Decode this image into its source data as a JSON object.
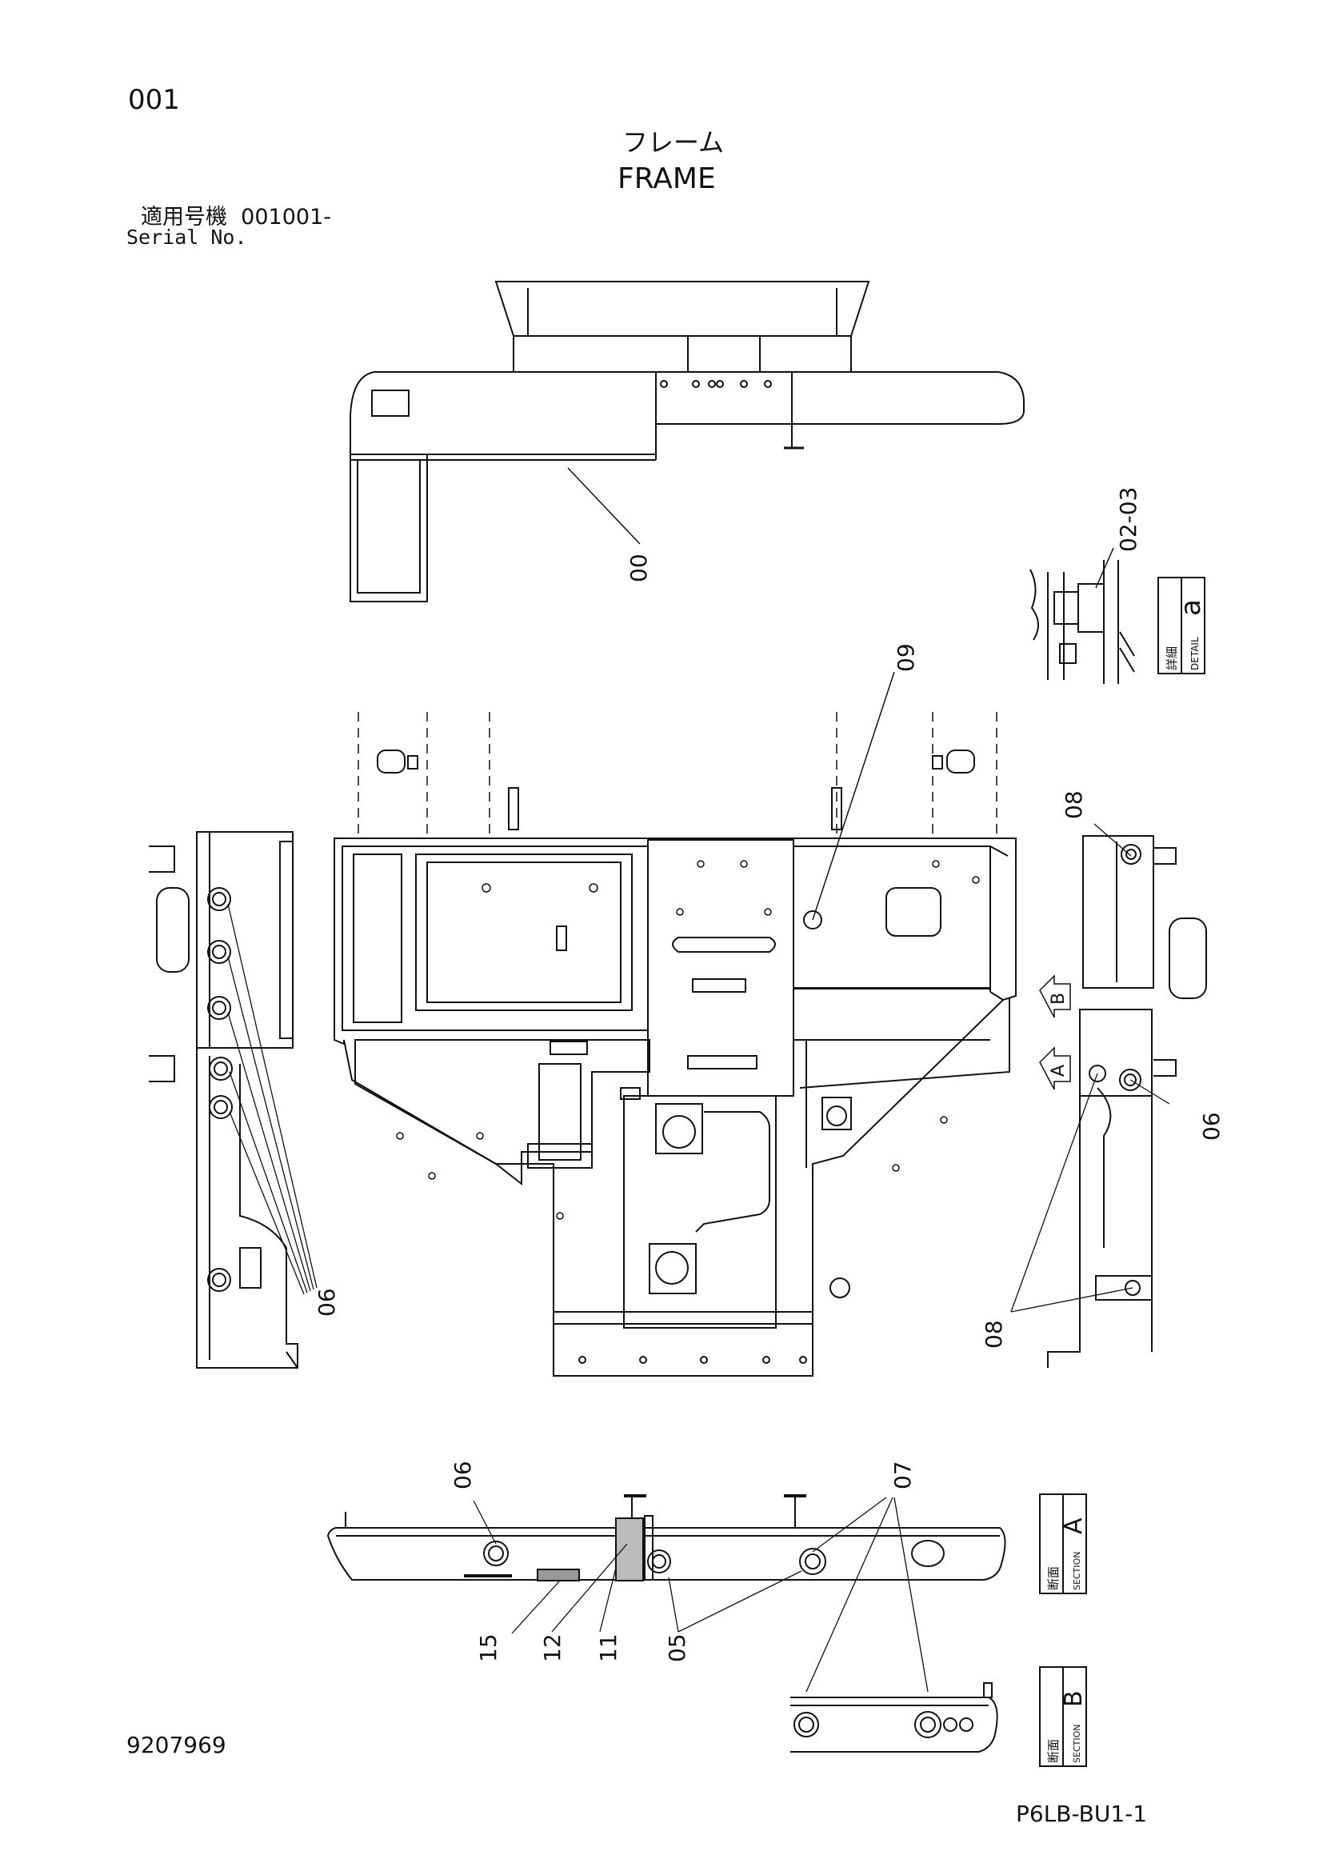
{
  "header": {
    "page_number": "001",
    "title_jp": "フレーム",
    "title_en": "FRAME",
    "serial_label_jp": "適用号機",
    "serial_value": "001001-",
    "serial_label_en": "Serial No."
  },
  "detail_box": {
    "jp": "詳細",
    "en": "DETAIL",
    "letter": "a"
  },
  "section_boxes": [
    {
      "jp": "断面",
      "en": "SECTION",
      "letter": "A"
    },
    {
      "jp": "断面",
      "en": "SECTION",
      "letter": "B"
    }
  ],
  "arrow_markers": [
    "A",
    "B"
  ],
  "callouts": {
    "c00": "00",
    "c02_03": "02-03",
    "c05": "05",
    "c06_left": "06",
    "c06_right": "06",
    "c06_section": "06",
    "c07": "07",
    "c08_top": "08",
    "c08_bottom": "08",
    "c09": "09",
    "c11": "11",
    "c12": "12",
    "c15": "15"
  },
  "footer": {
    "drawing_number": "9207969",
    "sheet_code": "P6LB-BU1-1"
  }
}
